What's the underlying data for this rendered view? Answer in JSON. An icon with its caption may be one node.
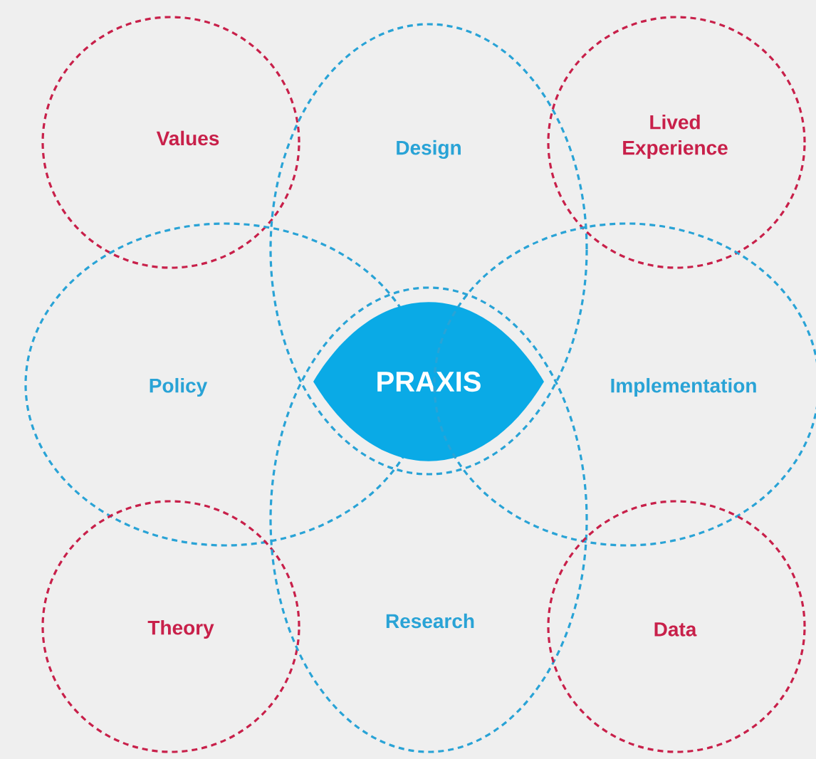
{
  "diagram": {
    "nodes": [
      {
        "text": [
          "Values"
        ]
      },
      {
        "text": [
          "Design"
        ]
      },
      {
        "text": [
          "Lived Experience"
        ]
      },
      {
        "text": [
          "Policy"
        ]
      },
      {
        "text": [
          "PRAXIS"
        ]
      },
      {
        "text": [
          "Implementation"
        ]
      },
      {
        "text": [
          "Theory"
        ]
      },
      {
        "text": [
          "Research"
        ]
      },
      {
        "text": [
          "Data"
        ]
      }
    ]
  }
}
